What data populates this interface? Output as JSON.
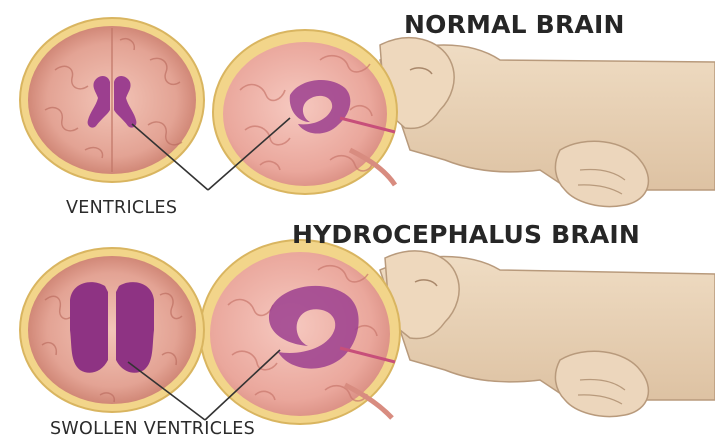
{
  "panels": {
    "top": {
      "heading": "NORMAL BRAIN",
      "label": "VENTRICLES"
    },
    "bottom": {
      "heading": "HYDROCEPHALUS BRAIN",
      "label": "SWOLLEN VENTRICLES"
    }
  },
  "colors": {
    "skull": "#f2d58a",
    "brain_tissue": "#e8a99b",
    "ventricle": "#9c3f8f",
    "skin": "#e8d1b5",
    "skin_outline": "#b89a7c",
    "label_text": "#2b2b2b"
  }
}
